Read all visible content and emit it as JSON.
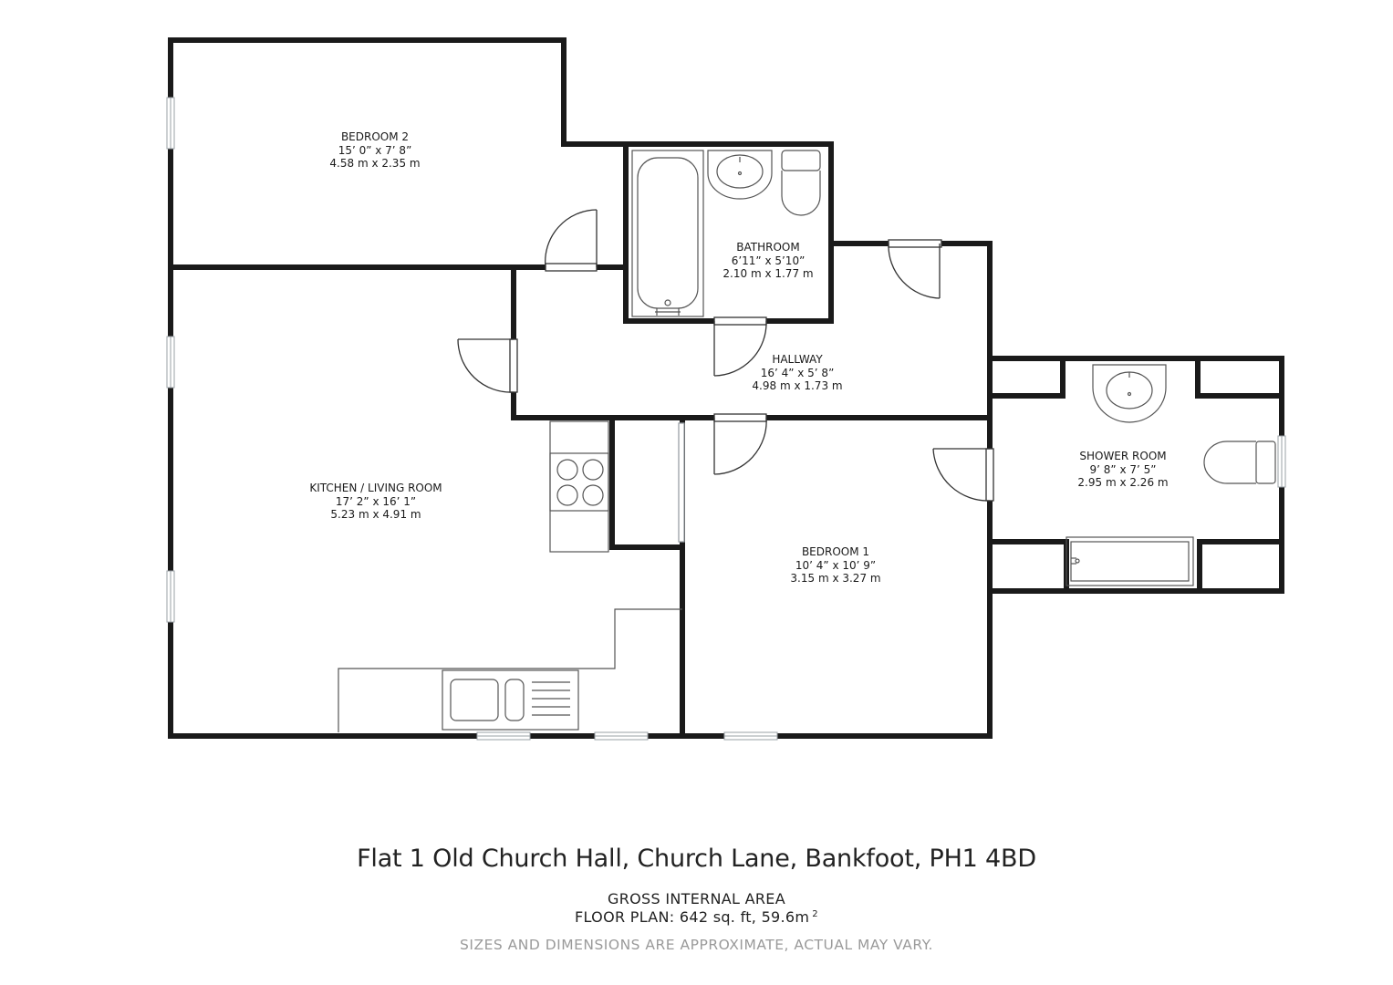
{
  "rooms": {
    "bedroom2": {
      "name": "BEDROOM 2",
      "imperial": "15’ 0” x 7’ 8”",
      "metric": "4.58 m x 2.35 m"
    },
    "bathroom": {
      "name": "BATHROOM",
      "imperial": "6’11” x 5’10”",
      "metric": "2.10 m x 1.77 m"
    },
    "hallway": {
      "name": "HALLWAY",
      "imperial": "16’ 4” x 5’ 8”",
      "metric": "4.98 m x 1.73 m"
    },
    "shower_room": {
      "name": "SHOWER ROOM",
      "imperial": "9’ 8” x 7’ 5”",
      "metric": "2.95 m x 2.26 m"
    },
    "kitchen_living": {
      "name": "KITCHEN / LIVING ROOM",
      "imperial": "17’ 2” x 16’ 1”",
      "metric": "5.23 m x 4.91 m"
    },
    "bedroom1": {
      "name": "BEDROOM 1",
      "imperial": "10’ 4” x 10’ 9”",
      "metric": "3.15 m x 3.27 m"
    }
  },
  "footer": {
    "address": "Flat 1 Old Church Hall, Church Lane, Bankfoot, PH1 4BD",
    "gia_title": "GROSS INTERNAL AREA",
    "gia_value": "FLOOR PLAN: 642 sq. ft, 59.6m",
    "gia_superscript": "2",
    "disclaimer": "SIZES AND DIMENSIONS ARE APPROXIMATE, ACTUAL MAY VARY."
  },
  "colors": {
    "wall": "#1a1a1a",
    "fixture": "#555555",
    "window": "#9aa0a6",
    "disclaimer": "#9a9a9a"
  }
}
